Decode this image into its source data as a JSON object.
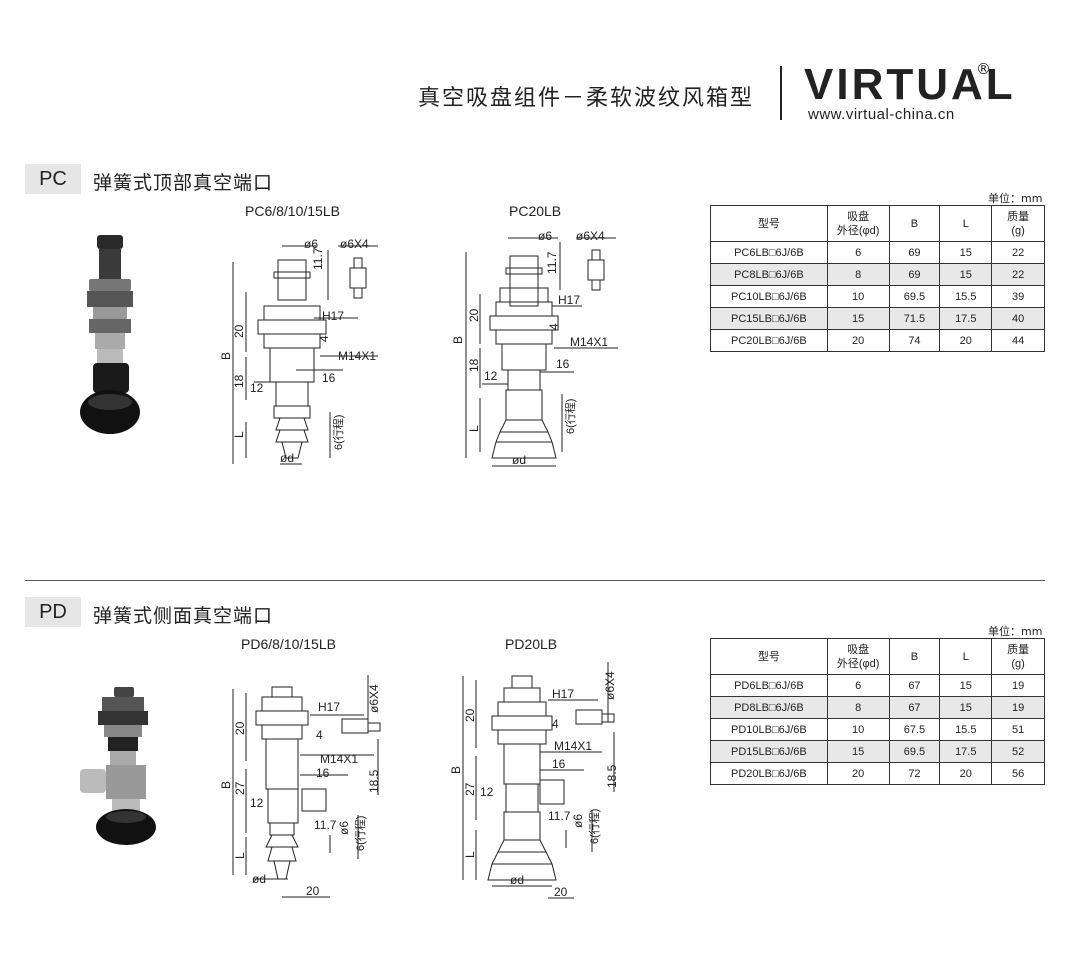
{
  "header": {
    "title": "真空吸盘组件－柔软波纹风箱型",
    "brand": "VIRTUAL",
    "reg_mark": "®",
    "url": "www.virtual-china.cn"
  },
  "sections": {
    "pc": {
      "tag": "PC",
      "title": "弹簧式顶部真空端口",
      "models": [
        "PC6/8/10/15LB",
        "PC20LB"
      ],
      "unit_note": "单位：mm",
      "table": {
        "headers": [
          [
            "型号"
          ],
          [
            "吸盘",
            "外径(φd)"
          ],
          [
            "B"
          ],
          [
            "L"
          ],
          [
            "质量",
            "(g)"
          ]
        ],
        "rows": [
          [
            "PC6LB□6J/6B",
            "6",
            "69",
            "15",
            "22"
          ],
          [
            "PC8LB□6J/6B",
            "8",
            "69",
            "15",
            "22"
          ],
          [
            "PC10LB□6J/6B",
            "10",
            "69.5",
            "15.5",
            "39"
          ],
          [
            "PC15LB□6J/6B",
            "15",
            "71.5",
            "17.5",
            "40"
          ],
          [
            "PC20LB□6J/6B",
            "20",
            "74",
            "20",
            "44"
          ]
        ]
      },
      "drawing1": {
        "phi6": "ø6",
        "fitting": "ø6X4",
        "d11_7": "11.7",
        "d20": "20",
        "h17": "H17",
        "d4": "4",
        "m14": "M14X1",
        "b": "B",
        "d18": "18",
        "d16": "16",
        "d12": "12",
        "l": "L",
        "stroke": "6(行程)",
        "phid": "ød"
      },
      "drawing2": {
        "phi6": "ø6",
        "fitting": "ø6X4",
        "d11_7": "11.7",
        "d20": "20",
        "h17": "H17",
        "d4": "4",
        "m14": "M14X1",
        "b": "B",
        "d18": "18",
        "d16": "16",
        "d12": "12",
        "l": "L",
        "stroke": "6(行程)",
        "phid": "ød"
      }
    },
    "pd": {
      "tag": "PD",
      "title": "弹簧式侧面真空端口",
      "models": [
        "PD6/8/10/15LB",
        "PD20LB"
      ],
      "unit_note": "单位：mm",
      "table": {
        "headers": [
          [
            "型号"
          ],
          [
            "吸盘",
            "外径(φd)"
          ],
          [
            "B"
          ],
          [
            "L"
          ],
          [
            "质量",
            "(g)"
          ]
        ],
        "rows": [
          [
            "PD6LB□6J/6B",
            "6",
            "67",
            "15",
            "19"
          ],
          [
            "PD8LB□6J/6B",
            "8",
            "67",
            "15",
            "19"
          ],
          [
            "PD10LB□6J/6B",
            "10",
            "67.5",
            "15.5",
            "51"
          ],
          [
            "PD15LB□6J/6B",
            "15",
            "69.5",
            "17.5",
            "52"
          ],
          [
            "PD20LB□6J/6B",
            "20",
            "72",
            "20",
            "56"
          ]
        ]
      },
      "drawing1": {
        "h17": "H17",
        "fitting": "ø6X4",
        "d20": "20",
        "d4": "4",
        "m14": "M14X1",
        "b": "B",
        "d16": "16",
        "d18_5": "18.5",
        "d27": "27",
        "d12": "12",
        "d11_7": "11.7",
        "phi6": "ø6",
        "stroke": "6(行程)",
        "l": "L",
        "phid": "ød",
        "d20b": "20"
      },
      "drawing2": {
        "h17": "H17",
        "fitting": "ø6X4",
        "d20": "20",
        "d4": "4",
        "m14": "M14X1",
        "b": "B",
        "d16": "16",
        "d18_5": "18.5",
        "d27": "27",
        "d12": "12",
        "d11_7": "11.7",
        "phi6": "ø6",
        "stroke": "6(行程)",
        "l": "L",
        "phid": "ød",
        "d20b": "20"
      }
    }
  },
  "colors": {
    "text": "#222222",
    "tag_bg": "#e6e6e6",
    "row_alt": "#e8e8e8"
  }
}
